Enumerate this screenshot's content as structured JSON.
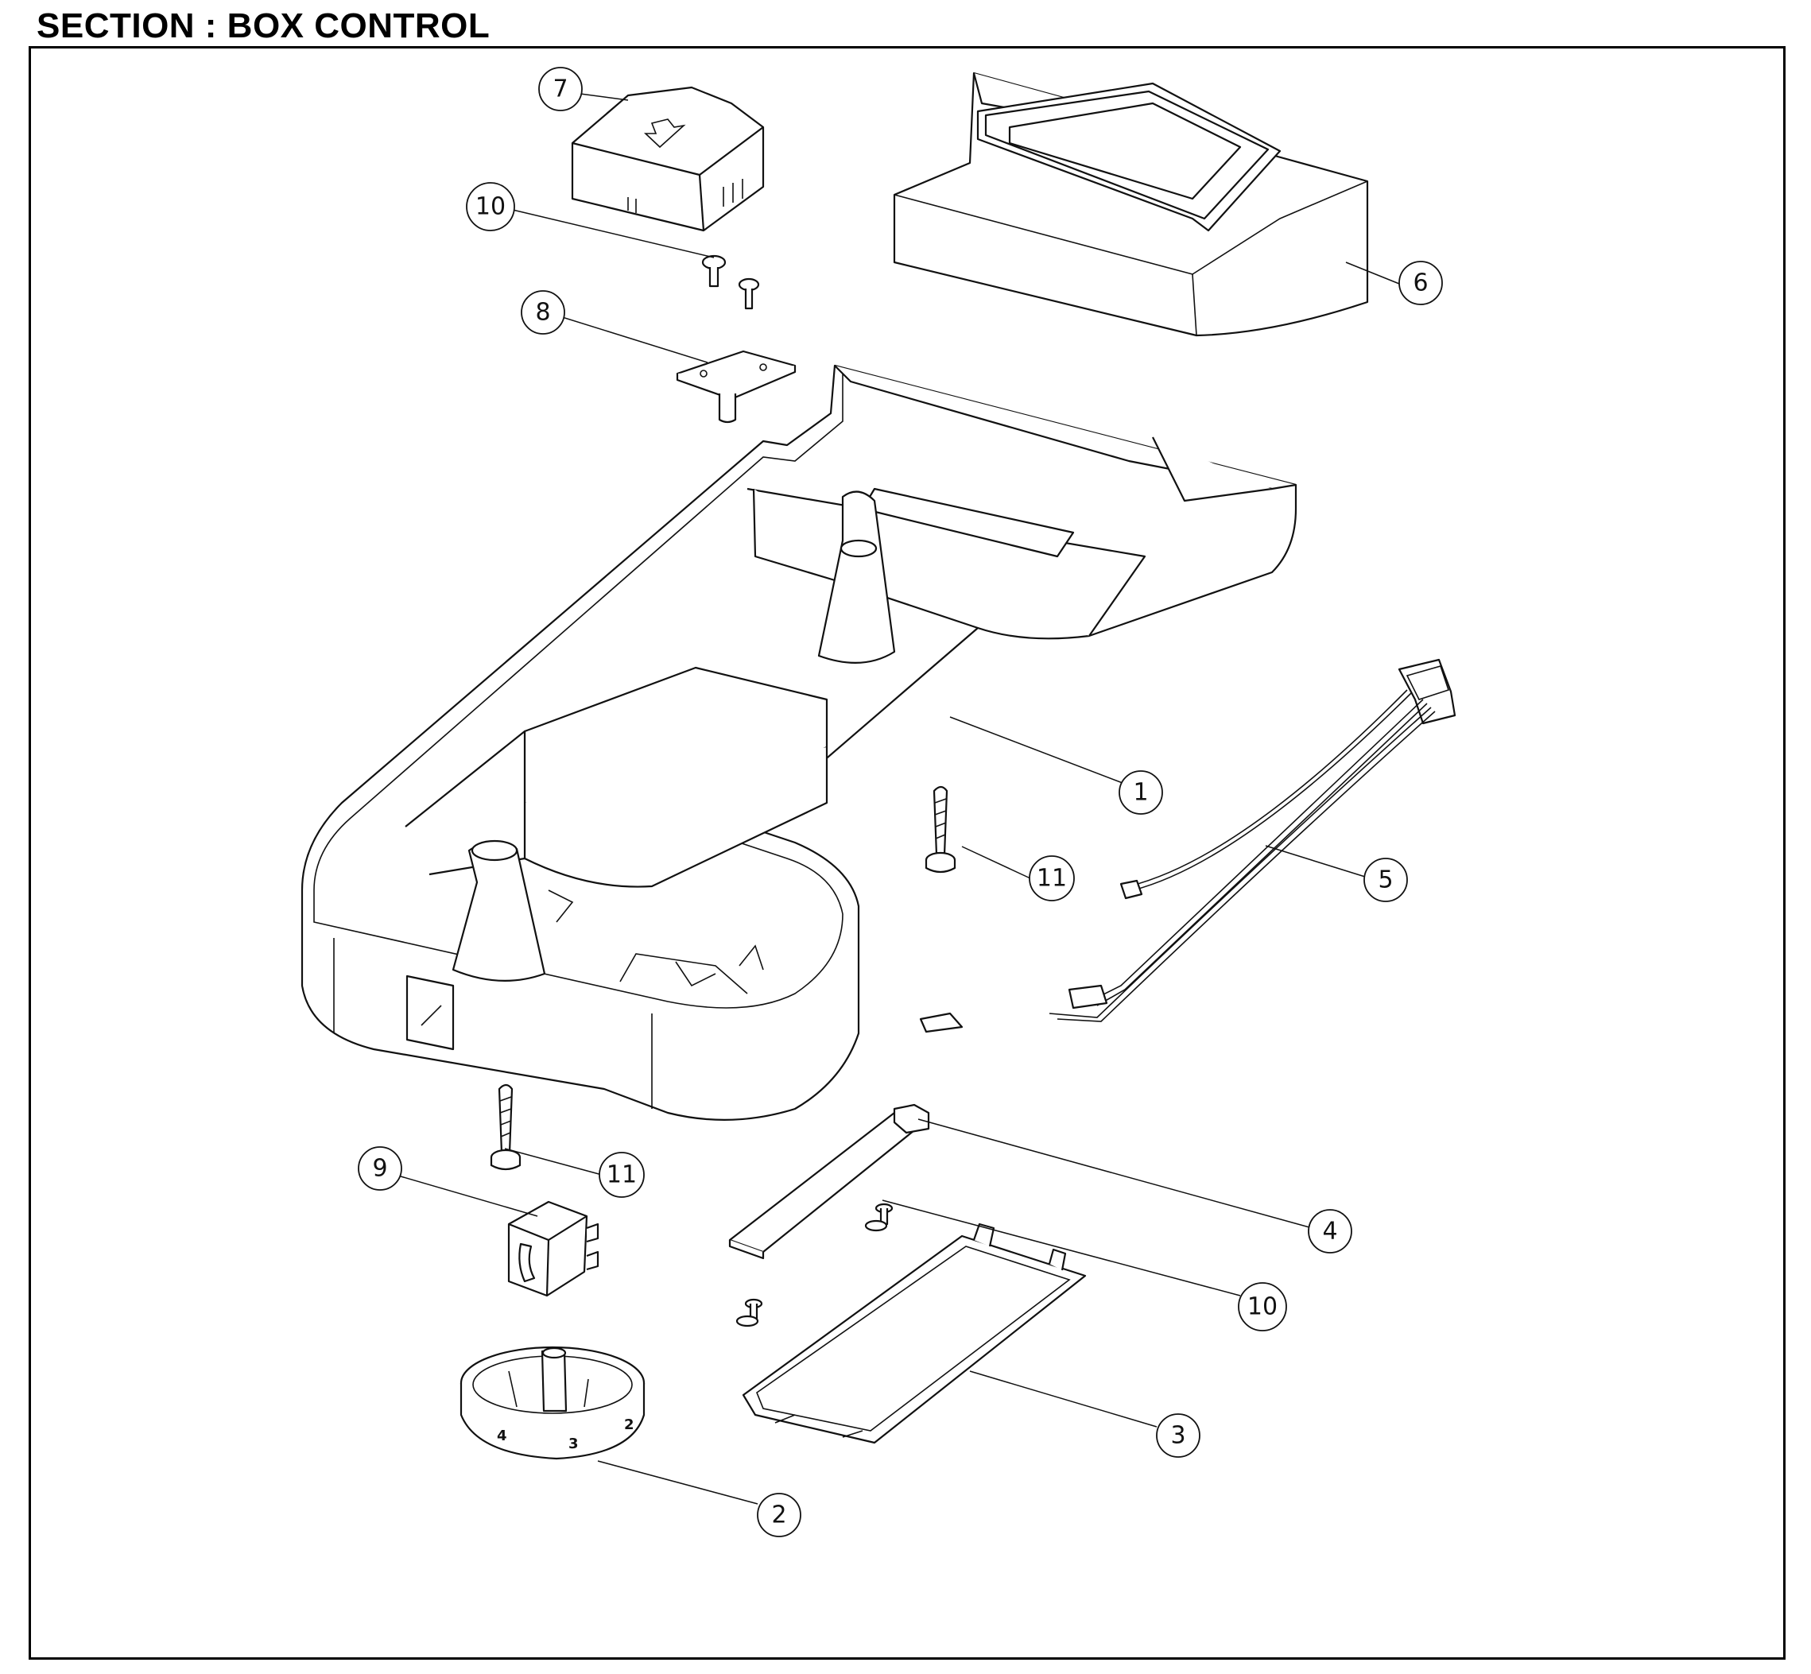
{
  "section_title": "SECTION : BOX CONTROL",
  "callouts": [
    {
      "label": "1",
      "part": "box-control-housing"
    },
    {
      "label": "2",
      "part": "dial-knob"
    },
    {
      "label": "3",
      "part": "cover-plate"
    },
    {
      "label": "4",
      "part": "insulation-strip"
    },
    {
      "label": "5",
      "part": "wire-harness"
    },
    {
      "label": "6",
      "part": "duct-cover"
    },
    {
      "label": "7",
      "part": "control-cover-cap"
    },
    {
      "label": "8",
      "part": "switch-pcb"
    },
    {
      "label": "9",
      "part": "thermostat-switch"
    },
    {
      "label": "10",
      "part": "screw-small-upper"
    },
    {
      "label": "10",
      "part": "screw-small-lower"
    },
    {
      "label": "11",
      "part": "screw-long-upper"
    },
    {
      "label": "11",
      "part": "screw-long-lower"
    }
  ],
  "dial_numbers": [
    "4",
    "3",
    "2"
  ]
}
